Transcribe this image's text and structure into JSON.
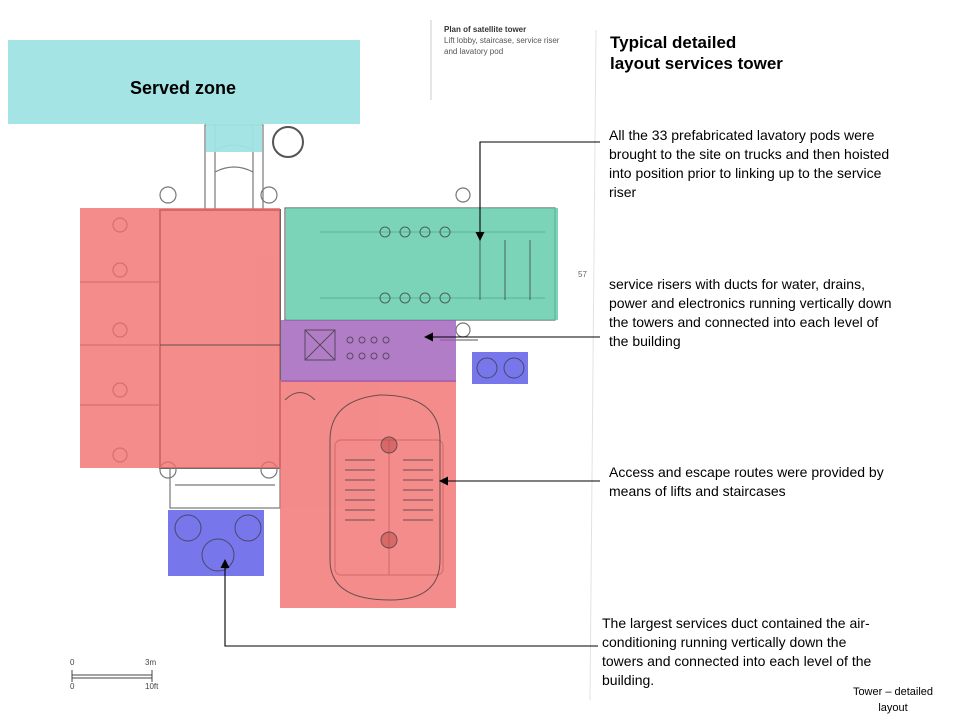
{
  "title": {
    "line1": "Typical detailed",
    "line2": "layout services tower"
  },
  "plan_title": {
    "heading": "Plan of satellite tower",
    "line1": "Lift lobby, staircase, service riser",
    "line2": "and lavatory pod"
  },
  "zones": {
    "served": "Served zone"
  },
  "notes": {
    "lavatory": {
      "line1": "All the 33 prefabricated lavatory pods were",
      "line2": "brought to the site on trucks and then hoisted",
      "line3": "into position prior to linking up to the service",
      "line4": "riser"
    },
    "risers": {
      "line1": "service risers with ducts for water, drains,",
      "line2": "power and electronics running vertically down",
      "line3": "the towers and connected into each level of",
      "line4": "the building"
    },
    "access": {
      "line1": "Access and escape routes were provided by",
      "line2": "means of lifts and staircases"
    },
    "duct": {
      "line1": "The largest services duct contained the air-",
      "line2": "conditioning running vertically down the",
      "line3": "towers and connected into each level of the",
      "line4": "building."
    }
  },
  "scale": {
    "zero_m": "0",
    "three_m": "3m",
    "zero_ft": "0",
    "ten_ft": "10ft"
  },
  "plan_number": "57",
  "footer": {
    "line1": "Tower – detailed",
    "line2": "layout"
  },
  "colors": {
    "served_zone": "#9fe3e3",
    "access_zone": "#f26b6b",
    "lavatory_zone": "#5bc9a6",
    "riser_zone": "#9b59b6",
    "duct_zone": "#5f5fe8",
    "arrow": "#000000"
  }
}
